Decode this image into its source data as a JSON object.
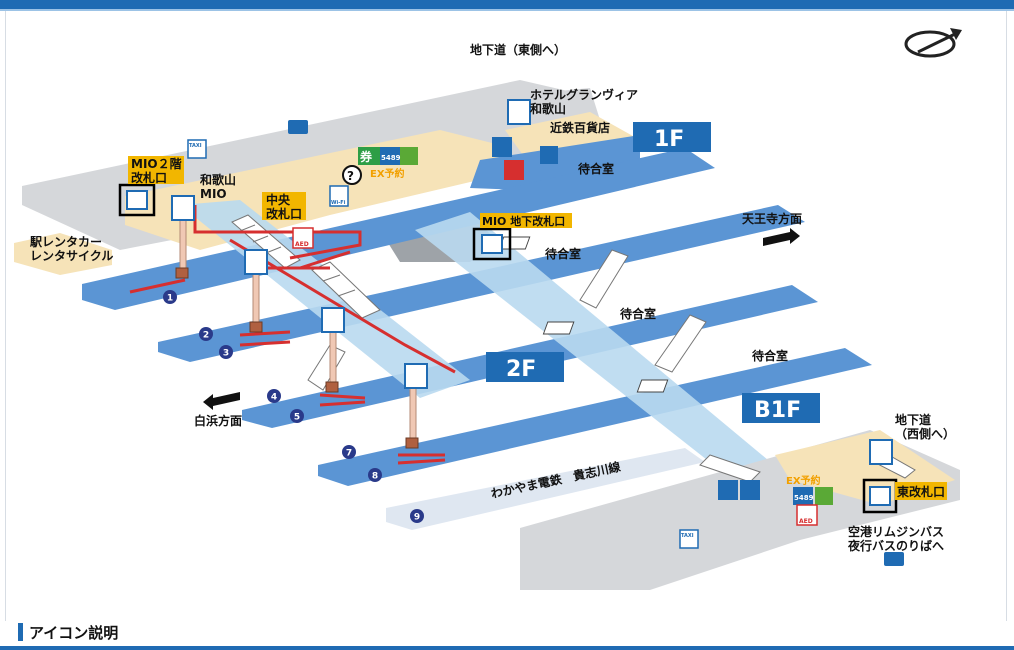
{
  "colors": {
    "blue_band": "#1f6bb3",
    "floor_blue": "#5b95d4",
    "floor_light": "#b9d9f0",
    "floor_grey": "#d5d7da",
    "floor_beige": "#f6e3b8",
    "route_red": "#d62f2f",
    "gate_yellow": "#f2b600"
  },
  "floors": {
    "f1": "1F",
    "f2": "2F",
    "b1": "B1F"
  },
  "labels": {
    "underground_east": "地下道（東側へ）",
    "hotel": "ホテルグランヴィア\n和歌山",
    "kintetsu": "近鉄百貨店",
    "waiting_room": "待合室",
    "mio_2f_gate": "MIO２階\n改札口",
    "wakayama_mio": "和歌山\nMIO",
    "central_gate": "中央\n改札口",
    "mio_b1_gate": "MIO 地下改札口",
    "tennoji": "天王寺方面",
    "rental": "駅レンタカー\nレンタサイクル",
    "shirahama": "白浜方面",
    "wakayama_dentetsu": "わかやま電鉄　貴志川線",
    "underground_west": "地下道\n（西側へ）",
    "east_gate": "東改札口",
    "airport_bus": "空港リムジンバス\n夜行バスのりばへ",
    "ticket_kanji": "券",
    "ticket_num": "5489",
    "ex_yoyaku": "EX予約",
    "aed": "AED",
    "taxi": "TAXI",
    "wifi": "Wi-Fi",
    "question": "?"
  },
  "platforms": [
    "1",
    "2",
    "3",
    "4",
    "5",
    "7",
    "8",
    "9"
  ],
  "section_title": "アイコン説明"
}
